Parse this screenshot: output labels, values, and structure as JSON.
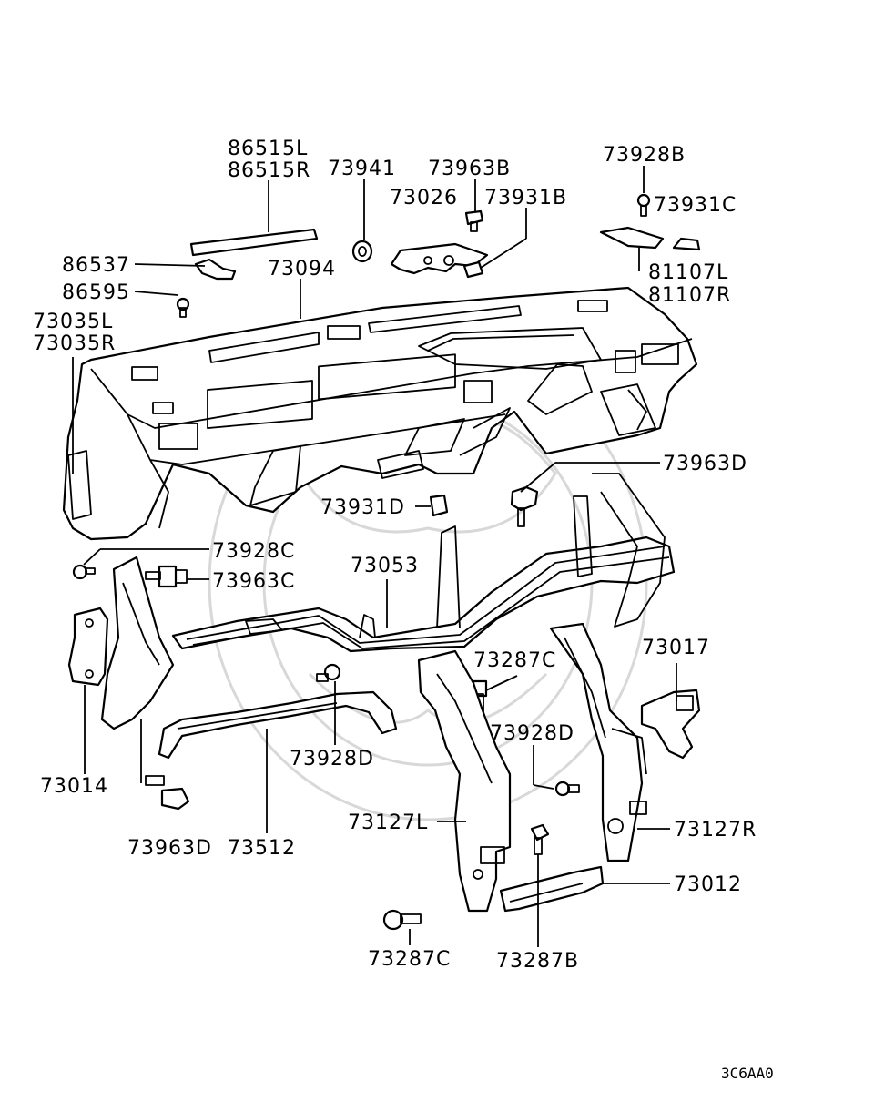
{
  "diagram_code": "3C6AA0",
  "labels": {
    "l86515": [
      "86515L",
      "86515R"
    ],
    "l73941": "73941",
    "l73963B": "73963B",
    "l73026": "73026",
    "l73931B": "73931B",
    "l73928B": "73928B",
    "l73931C": "73931C",
    "l86537": "86537",
    "l73094": "73094",
    "l86595": "86595",
    "l81107": [
      "81107L",
      "81107R"
    ],
    "l73035": [
      "73035L",
      "73035R"
    ],
    "l73963D_top": "73963D",
    "l73931D": "73931D",
    "l73928C": "73928C",
    "l73963C": "73963C",
    "l73053": "73053",
    "l73017": "73017",
    "l73287C_top": "73287C",
    "l73928D_right": "73928D",
    "l73928D_left": "73928D",
    "l73014": "73014",
    "l73127L": "73127L",
    "l73127R": "73127R",
    "l73963D_bottom": "73963D",
    "l73512": "73512",
    "l73012": "73012",
    "l73287C_bottom": "73287C",
    "l73287B": "73287B"
  }
}
